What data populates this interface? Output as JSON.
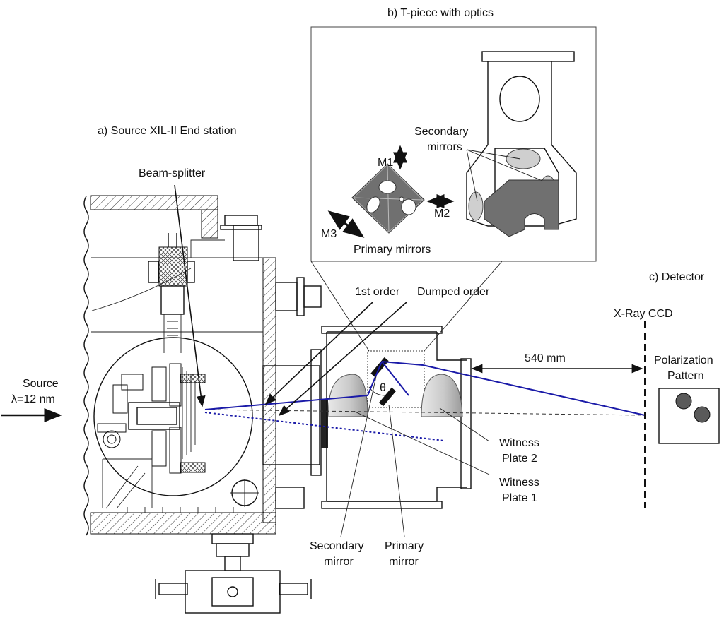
{
  "sections": {
    "source": "a) Source XIL-II End station",
    "optics": "b) T-piece with optics",
    "detector": "c) Detector"
  },
  "labels": {
    "beam_splitter": "Beam-splitter",
    "source_line1": "Source",
    "source_line2": "λ=12 nm",
    "first_order": "1st order",
    "dumped_order": "Dumped order",
    "xray_ccd": "X-Ray CCD",
    "distance": "540 mm",
    "polarization_line1": "Polarization",
    "polarization_line2": "Pattern",
    "witness2_line1": "Witness",
    "witness2_line2": "Plate 2",
    "witness1_line1": "Witness",
    "witness1_line2": "Plate 1",
    "secondary_mirror_line1": "Secondary",
    "secondary_mirror_line2": "mirror",
    "primary_mirror_line1": "Primary",
    "primary_mirror_line2": "mirror",
    "secondary_mirrors_line1": "Secondary",
    "secondary_mirrors_line2": "mirrors",
    "primary_mirrors": "Primary mirrors",
    "m1": "M1",
    "m2": "M2",
    "m3": "M3",
    "angle_mark": "θ"
  },
  "colors": {
    "beam": "#1a1aa8",
    "mirror_block": "#707070",
    "witness_plate": "#cfcfcf",
    "spot": "#5a5a5a"
  }
}
